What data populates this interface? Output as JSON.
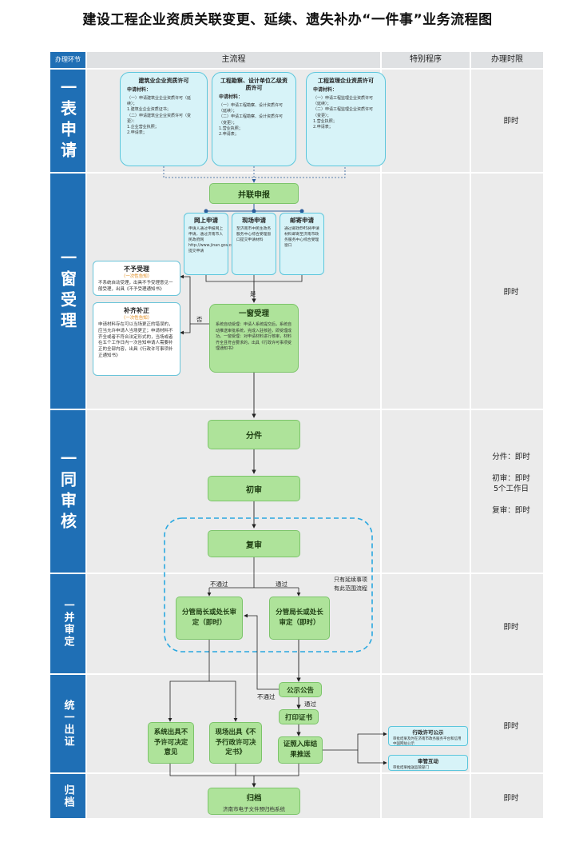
{
  "title": "建设工程企业资质关联变更、延续、遗失补办“一件事”业务流程图",
  "columns": {
    "stage": "办理环节",
    "main": "主流程",
    "special": "特别程序",
    "time": "办理时限"
  },
  "stages": [
    {
      "label": "一表申请"
    },
    {
      "label": "一窗受理"
    },
    {
      "label": "一同审核"
    },
    {
      "label": "一并审定"
    },
    {
      "label": "统一出证"
    },
    {
      "label": "归档"
    }
  ],
  "times": {
    "apply": "即时",
    "accept": "即时",
    "review_1": "分件：即时",
    "review_2": "初审：即时",
    "review_3": "5个工作日",
    "review_4": "复审：即时",
    "decide": "即时",
    "issue": "即时",
    "archive": "即时"
  },
  "apply_boxes": [
    {
      "title": "建筑业企业资质许可",
      "subtitle": "申请材料：",
      "lines": [
        "（一）申请建筑业企业资质许可（延续）；",
        "1.建筑业企业资质证书；",
        "（二）申请建筑业企业资质许可（变更）：",
        "1.企业营业执照；",
        "2.申请表；"
      ]
    },
    {
      "title": "工程勘察、设计单位乙级资质许可",
      "subtitle": "申请材料：",
      "lines": [
        "（一）申请工程勘察、设计资质许可（延续）；",
        "（二）申请工程勘察、设计资质许可（变更）；",
        "1.营业执照；",
        "2.申请表；"
      ]
    },
    {
      "title": "工程监理企业资质许可",
      "subtitle": "申请材料：",
      "lines": [
        "（一）申请工程监理企业资质许可（延续）；",
        "（二）申请工程监理企业资质许可（变更）；",
        "1.营业执照；",
        "2.申请表；"
      ]
    }
  ],
  "parallel": "并联申报",
  "channels": [
    {
      "title": "网上申请",
      "body": "申请人通过申报网上申请，通过济南市人民政府网 http://www.jinan.gov.cn/ 提交申请"
    },
    {
      "title": "现场申请",
      "body": "至济南市中民生政务服务中心综合受理窗口提交申请材料"
    },
    {
      "title": "邮寄申请",
      "body": "通过邮政EMS将申请材料邮寄至济南市政务服务中心综合受理窗口"
    }
  ],
  "accept": {
    "title": "一窗受理",
    "body": "系统自动受理：申请人系统提交后，系统自动推送审批系统，完成入驻核验，即受理成功。一窗受理：对申请材料进行核审，材料齐全且符合要求的，出具《行政许可事项受理通知书》"
  },
  "reject": {
    "title": "不予受理",
    "sub": "（一次性告知）",
    "body": "不系统自动受理，出具不予受理意见一般受理，出具《不予受理通知书》"
  },
  "supplement": {
    "title": "补齐补正",
    "sub": "（一次性告知）",
    "body": "申请材料存在可以当场更正的错误的，应当允许申请人当场更正；申请材料不齐全或者不符合法定形式的，当场或者在五个工作日内一次告知申请人需要补正的全部内容，出具《行政许可事项补正通知书》"
  },
  "labels": {
    "yes": "是",
    "no": "否",
    "fail_left": "不通过",
    "pass_right": "通过",
    "note": "只有延续事项有此范围流程",
    "fail_publicity": "不通过",
    "pass_publicity": "通过"
  },
  "steps": {
    "split": "分件",
    "first": "初审",
    "recheck": "复审",
    "decide_left": "分管局长或处长审定（即时）",
    "decide_right": "分管局长或处长审定（即时）",
    "publicity": "公示公告",
    "print": "打印证书",
    "deny": "系统出具不予许可决定意见",
    "deny_doc": "现场出具《不予行政许可决定书》",
    "push": "证照入库结果推送",
    "archive_title": "归档",
    "archive_sub": "济南市电子文件预归档系统"
  },
  "special": [
    {
      "title": "行政许可公示",
      "body": "审批结果及时在济南市政务服务平台和信用中国网站公示"
    },
    {
      "title": "审管互动",
      "body": "审批结果推送监管部门"
    }
  ]
}
